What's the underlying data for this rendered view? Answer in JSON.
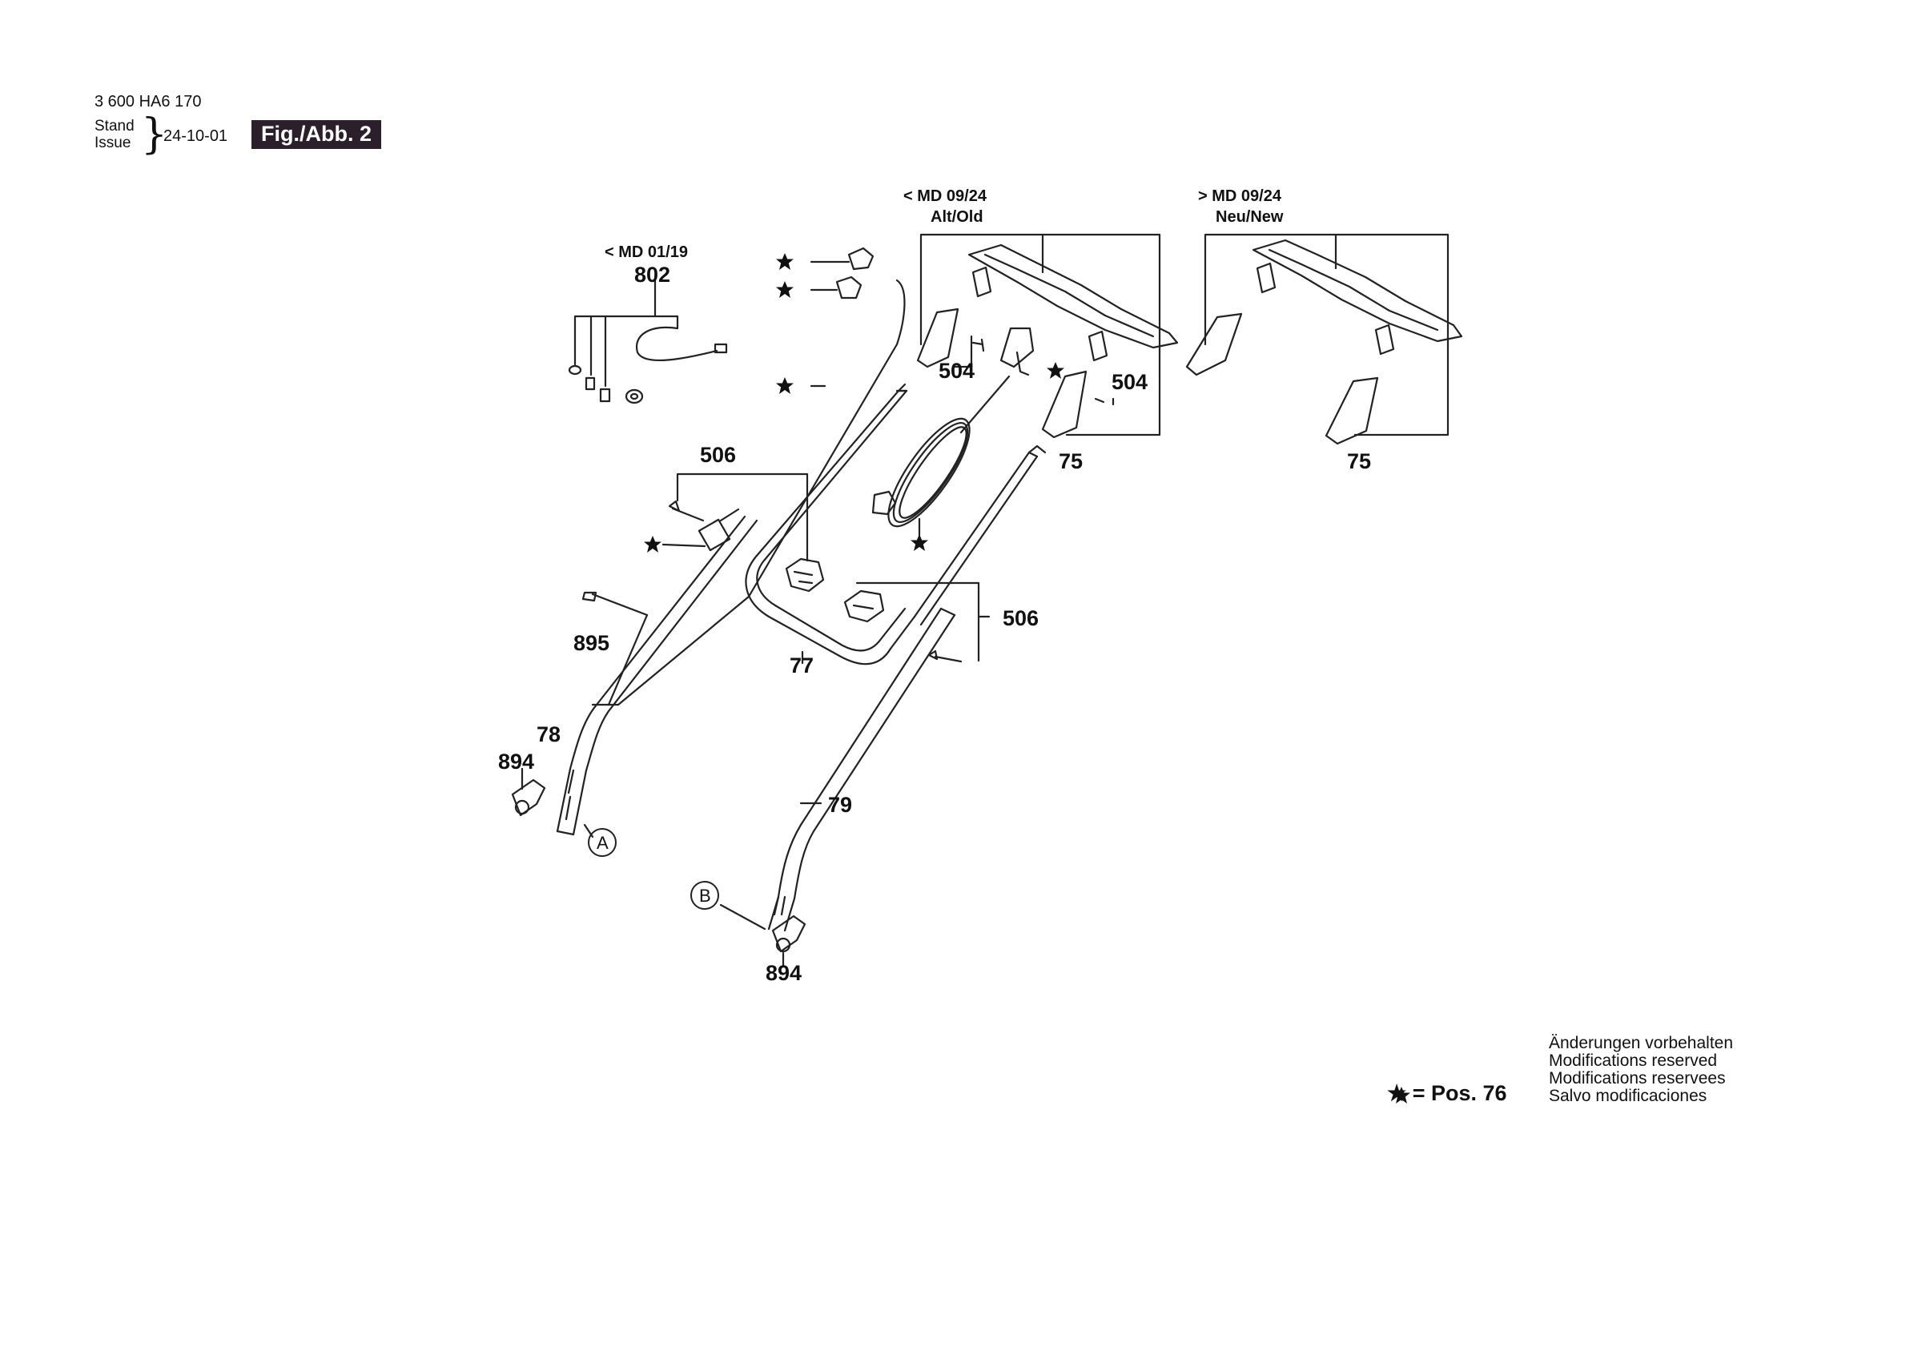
{
  "header": {
    "doc_number": "3 600 HA6 170",
    "stand_label": "Stand",
    "issue_label": "Issue",
    "date": "24-10-01",
    "figure": "Fig./Abb. 2"
  },
  "variants": {
    "md0119": {
      "title": "< MD 01/19"
    },
    "old": {
      "title": "< MD 09/24",
      "subtitle": "Alt/Old"
    },
    "new": {
      "title": "> MD 09/24",
      "subtitle": "Neu/New"
    }
  },
  "part_labels": {
    "p802": "802",
    "p504a": "504",
    "p504b": "504",
    "p506a": "506",
    "p506b": "506",
    "p75a": "75",
    "p75b": "75",
    "p77": "77",
    "p78": "78",
    "p79": "79",
    "p895": "895",
    "p894a": "894",
    "p894b": "894",
    "callA": "A",
    "callB": "B"
  },
  "legend": {
    "star_text": "★ = Pos. 76"
  },
  "notes": [
    "Änderungen vorbehalten",
    "Modifications reserved",
    "Modifications reservees",
    "Salvo modificaciones"
  ]
}
